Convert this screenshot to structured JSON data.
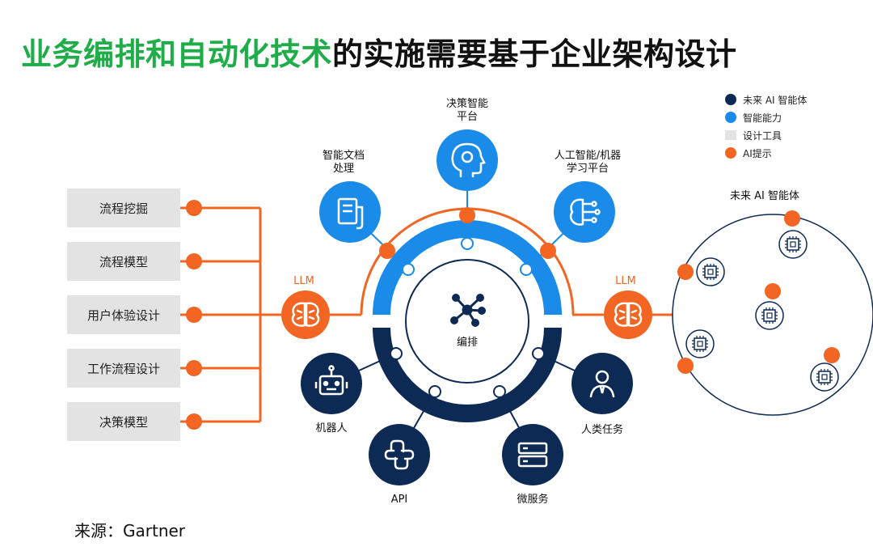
{
  "title": {
    "part_green": "业务编排和自动化技术",
    "part_black": "的实施需要基于企业架构设计"
  },
  "source": "来源：Gartner",
  "legend": [
    {
      "label": "未来 AI 智能体",
      "color": "#0d2a55",
      "shape": "circle"
    },
    {
      "label": "智能能力",
      "color": "#1a8be8",
      "shape": "circle"
    },
    {
      "label": "设计工具",
      "color": "#e3e3e3",
      "shape": "square"
    },
    {
      "label": "AI提示",
      "color": "#f26522",
      "shape": "circle"
    }
  ],
  "design_tools": [
    "流程挖掘",
    "流程模型",
    "用户体验设计",
    "工作流程设计",
    "决策模型"
  ],
  "llm_label": "LLM",
  "center_label": "编排",
  "intelligent_capabilities": {
    "document": "智能文档|处理",
    "decision": "决策智能|平台",
    "ml": "人工智能/机器|学习平台"
  },
  "execution": {
    "robot": "机器人",
    "api": "API",
    "microservice": "微服务",
    "human": "人类任务"
  },
  "future_agents_title": "未来 AI 智能体",
  "colors": {
    "green": "#1fad4a",
    "navy": "#0d2a55",
    "blue": "#1a8be8",
    "orange": "#f26522",
    "gray": "#e3e3e3"
  }
}
